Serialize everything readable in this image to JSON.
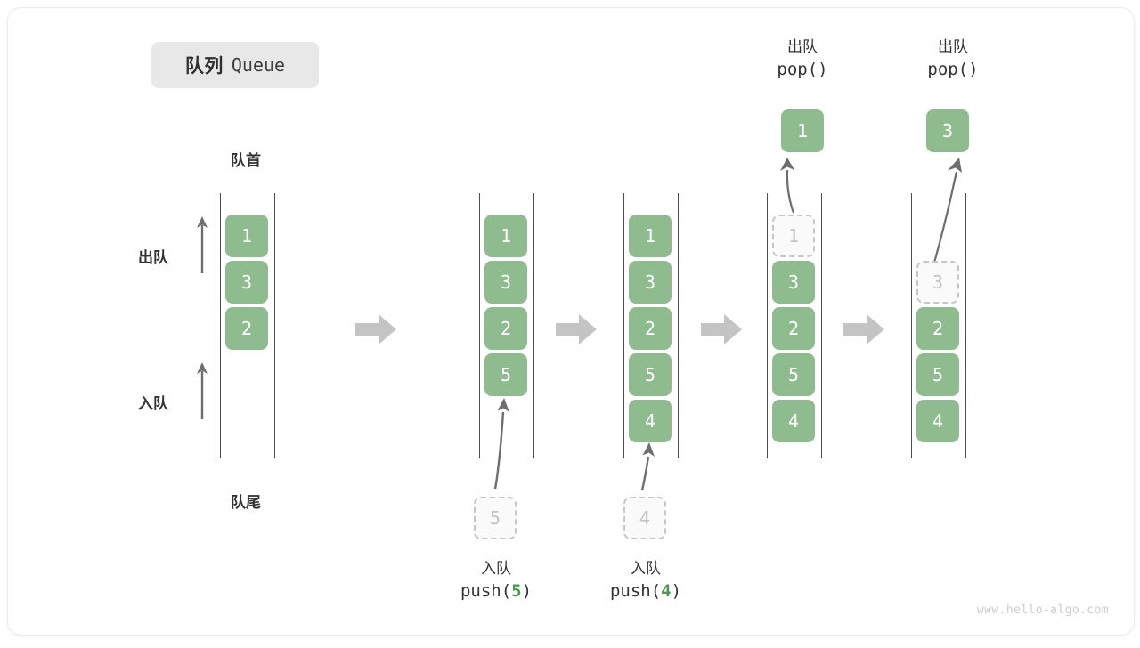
{
  "title": {
    "cn": "队列",
    "en": "Queue"
  },
  "labels": {
    "head": "队首",
    "tail": "队尾",
    "dequeue": "出队",
    "enqueue": "入队"
  },
  "watermark": "www.hello-algo.com",
  "colors": {
    "element_fill": "#8fbc8f",
    "element_text": "#ffffff",
    "ghost_fill": "#fafafa",
    "ghost_border": "#c6c6c6",
    "ghost_text": "#c2c2c2",
    "rail": "#4d4d4d",
    "arrow": "#6e6e6e",
    "step_arrow": "#c4c4c4",
    "badge_bg": "#e8e8e8",
    "text": "#333333",
    "accent_number": "#4c9a52"
  },
  "steps": [
    {
      "id": "initial",
      "cells": [
        {
          "value": "1",
          "state": "filled"
        },
        {
          "value": "3",
          "state": "filled"
        },
        {
          "value": "2",
          "state": "filled"
        }
      ],
      "caption_top": "",
      "caption_bottom": ""
    },
    {
      "id": "push-5",
      "cells": [
        {
          "value": "1",
          "state": "filled"
        },
        {
          "value": "3",
          "state": "filled"
        },
        {
          "value": "2",
          "state": "filled"
        },
        {
          "value": "5",
          "state": "filled"
        }
      ],
      "incoming": {
        "value": "5",
        "state": "ghost"
      },
      "op_line1": "入队",
      "op_line2_pre": "push(",
      "op_line2_num": "5",
      "op_line2_post": ")"
    },
    {
      "id": "push-4",
      "cells": [
        {
          "value": "1",
          "state": "filled"
        },
        {
          "value": "3",
          "state": "filled"
        },
        {
          "value": "2",
          "state": "filled"
        },
        {
          "value": "5",
          "state": "filled"
        },
        {
          "value": "4",
          "state": "filled"
        }
      ],
      "incoming": {
        "value": "4",
        "state": "ghost"
      },
      "op_line1": "入队",
      "op_line2_pre": "push(",
      "op_line2_num": "4",
      "op_line2_post": ")"
    },
    {
      "id": "pop-1",
      "cells": [
        {
          "value": "1",
          "state": "ghost"
        },
        {
          "value": "3",
          "state": "filled"
        },
        {
          "value": "2",
          "state": "filled"
        },
        {
          "value": "5",
          "state": "filled"
        },
        {
          "value": "4",
          "state": "filled"
        }
      ],
      "popped": {
        "value": "1",
        "state": "filled"
      },
      "op_line1": "出队",
      "op_line2_pre": "pop()",
      "op_line2_num": "",
      "op_line2_post": ""
    },
    {
      "id": "pop-3",
      "cells": [
        {
          "value": "",
          "state": "empty"
        },
        {
          "value": "3",
          "state": "ghost"
        },
        {
          "value": "2",
          "state": "filled"
        },
        {
          "value": "5",
          "state": "filled"
        },
        {
          "value": "4",
          "state": "filled"
        }
      ],
      "popped": {
        "value": "3",
        "state": "filled"
      },
      "op_line1": "出队",
      "op_line2_pre": "pop()",
      "op_line2_num": "",
      "op_line2_post": ""
    }
  ]
}
